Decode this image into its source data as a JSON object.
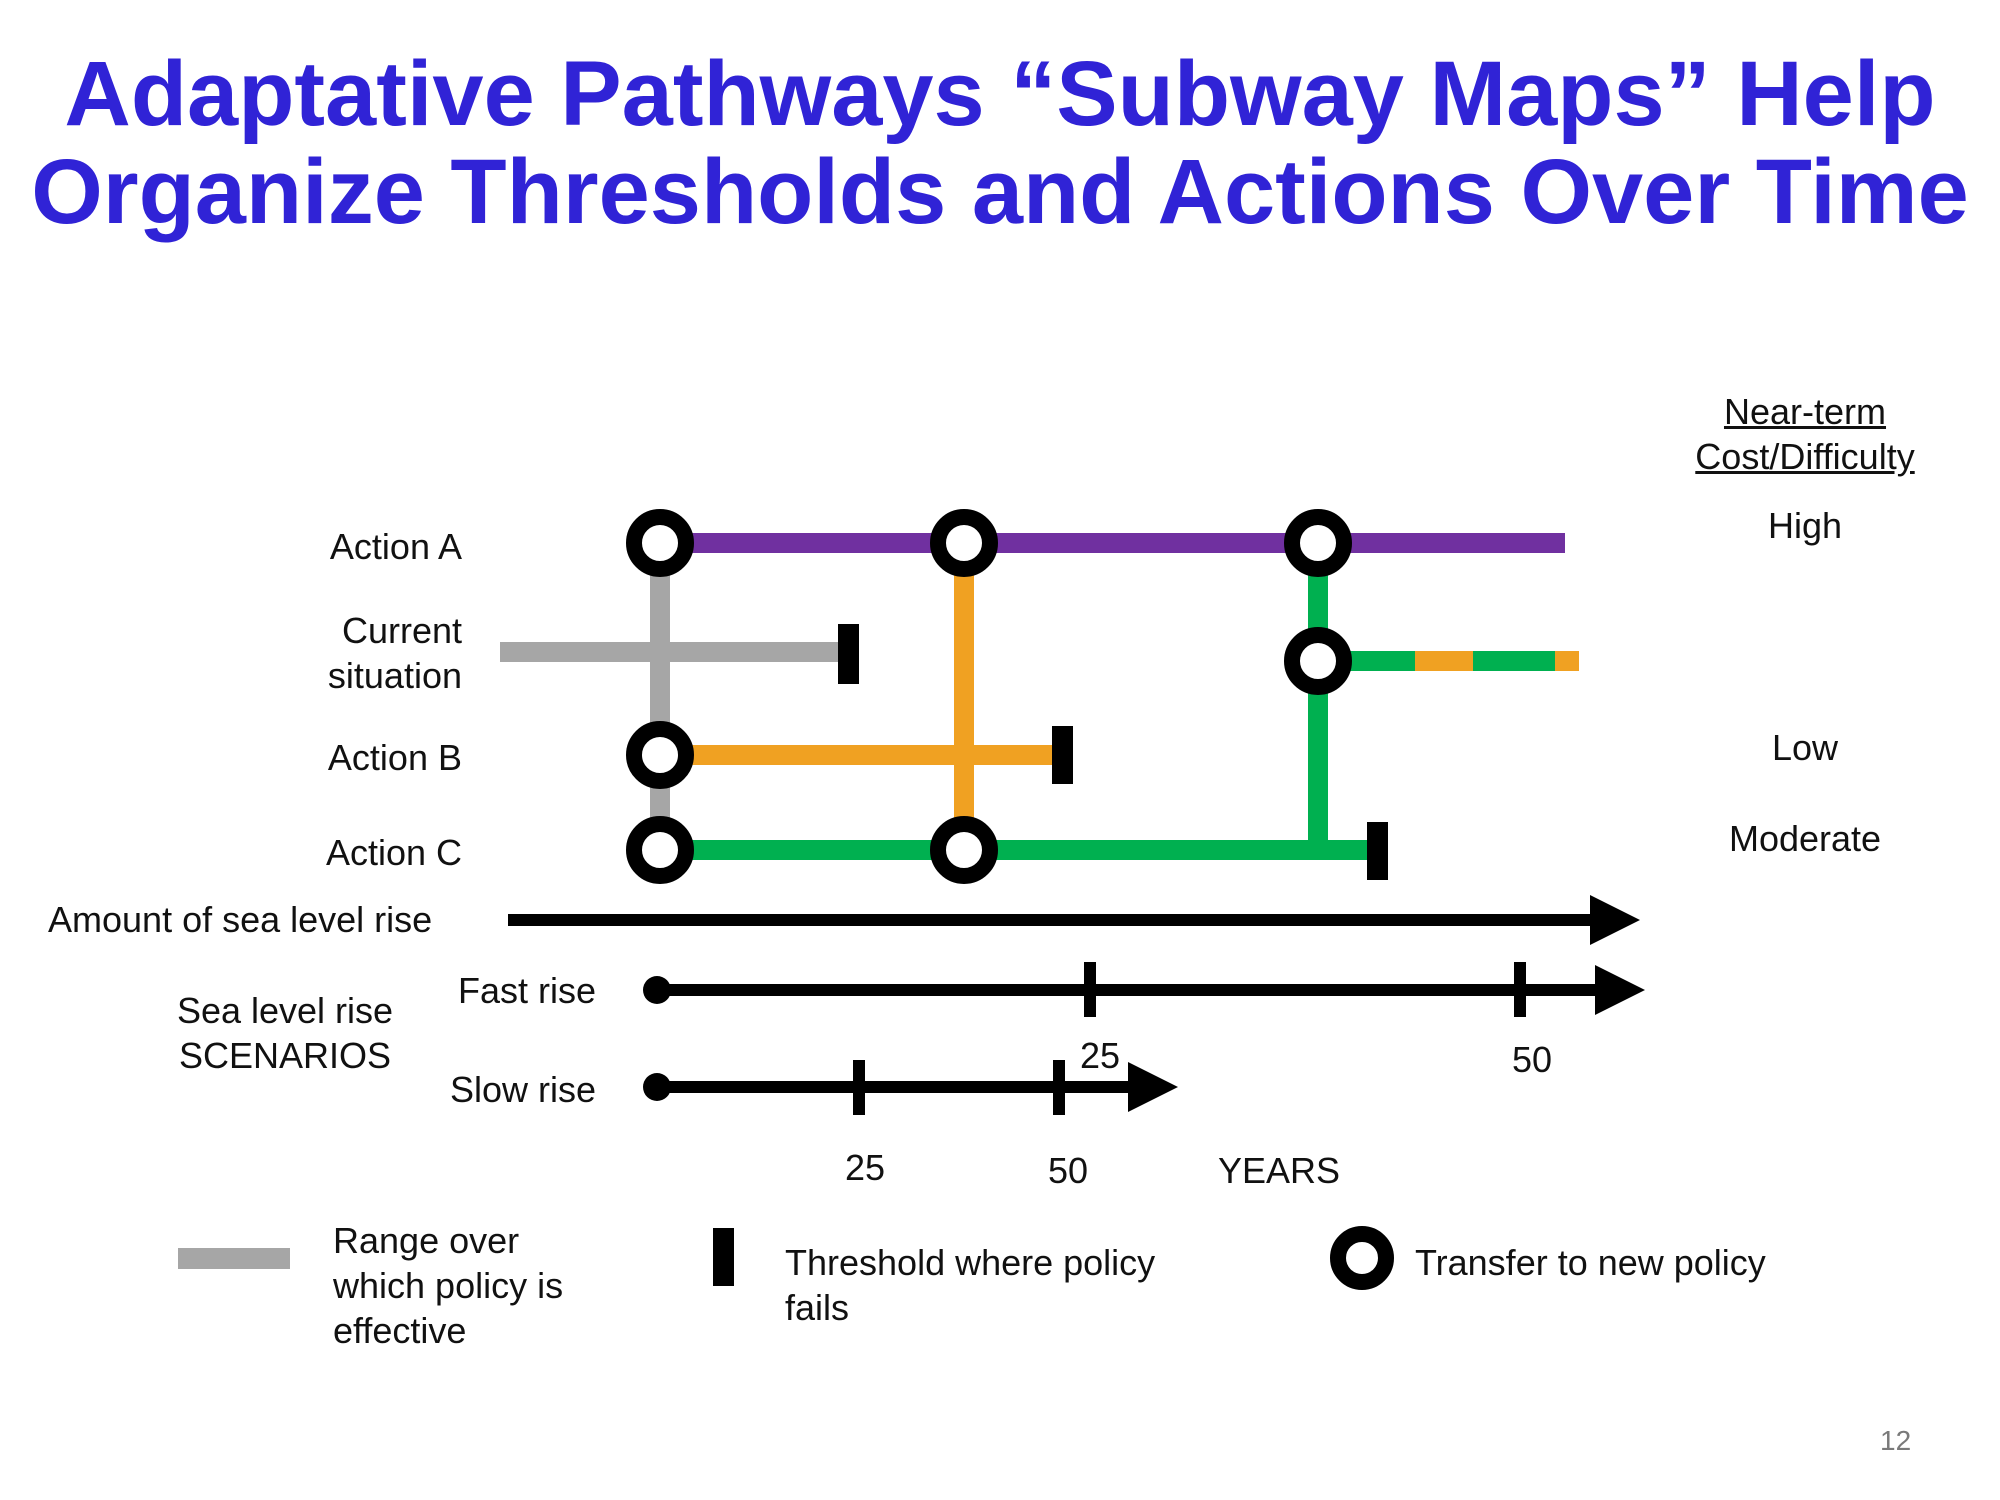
{
  "title": {
    "line1": "Adaptative Pathways “Subway Maps” Help",
    "line2": "Organize Thresholds and Actions Over Time"
  },
  "cost_header": {
    "line1": "Near-term",
    "line2": "Cost/Difficulty"
  },
  "rows": [
    {
      "id": "action-a",
      "label": "Action A",
      "cost": "High",
      "color": "#7030a0"
    },
    {
      "id": "current",
      "label_line1": "Current",
      "label_line2": "situation",
      "cost": "",
      "color": "#a6a6a6"
    },
    {
      "id": "action-b",
      "label": "Action B",
      "cost": "Low",
      "color": "#f0a122"
    },
    {
      "id": "action-c",
      "label": "Action C",
      "cost": "Moderate",
      "color": "#00b050"
    }
  ],
  "axes": {
    "sea_level_label": "Amount of sea level rise",
    "scenarios_label_line1": "Sea level rise",
    "scenarios_label_line2": "SCENARIOS",
    "fast_rise_label": "Fast rise",
    "slow_rise_label": "Slow rise",
    "fast_ticks": [
      "25",
      "50"
    ],
    "slow_ticks": [
      "25",
      "50"
    ],
    "years_label": "YEARS"
  },
  "legend": {
    "range_line1": "Range over",
    "range_line2": "which policy is",
    "range_line3": "effective",
    "threshold_line1": "Threshold where policy",
    "threshold_line2": "fails",
    "transfer": "Transfer to new policy"
  },
  "page_number": "12",
  "colors": {
    "title": "#3023d6",
    "purple": "#7030a0",
    "gray": "#a6a6a6",
    "orange": "#f0a122",
    "green": "#00b050",
    "black": "#000000"
  }
}
